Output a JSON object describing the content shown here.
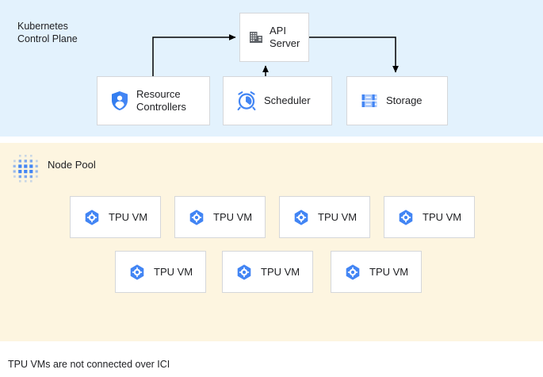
{
  "diagram": {
    "caption": "TPU VMs are not connected over ICI"
  },
  "control_plane": {
    "label": "Kubernetes\nControl Plane",
    "background_color": "#e3f2fd",
    "components": [
      {
        "id": "api-server",
        "label": "API\nServer",
        "icon": "building-icon"
      },
      {
        "id": "resource-controllers",
        "label": "Resource\nControllers",
        "icon": "shield-person-icon"
      },
      {
        "id": "scheduler",
        "label": "Scheduler",
        "icon": "alarm-clock-icon"
      },
      {
        "id": "storage",
        "label": "Storage",
        "icon": "server-rack-icon"
      }
    ],
    "connections": [
      {
        "from": "resource-controllers",
        "to": "api-server"
      },
      {
        "from": "scheduler",
        "to": "api-server"
      },
      {
        "from": "api-server",
        "to": "storage"
      }
    ]
  },
  "node_pool": {
    "label": "Node Pool",
    "icon": "dot-grid-icon",
    "background_color": "#fdf5e0",
    "rows": [
      {
        "vms": [
          {
            "label": "TPU VM",
            "icon": "hexagon-gear-icon"
          },
          {
            "label": "TPU VM",
            "icon": "hexagon-gear-icon"
          },
          {
            "label": "TPU VM",
            "icon": "hexagon-gear-icon"
          },
          {
            "label": "TPU VM",
            "icon": "hexagon-gear-icon"
          }
        ]
      },
      {
        "vms": [
          {
            "label": "TPU VM",
            "icon": "hexagon-gear-icon"
          },
          {
            "label": "TPU VM",
            "icon": "hexagon-gear-icon"
          },
          {
            "label": "TPU VM",
            "icon": "hexagon-gear-icon"
          }
        ]
      }
    ]
  },
  "colors": {
    "accent_blue": "#4285f4",
    "panel_blue": "#e3f2fd",
    "panel_cream": "#fdf5e0",
    "icon_gray": "#5f6368",
    "box_border": "#d5d7da",
    "arrow": "#000000",
    "text": "#202124"
  }
}
